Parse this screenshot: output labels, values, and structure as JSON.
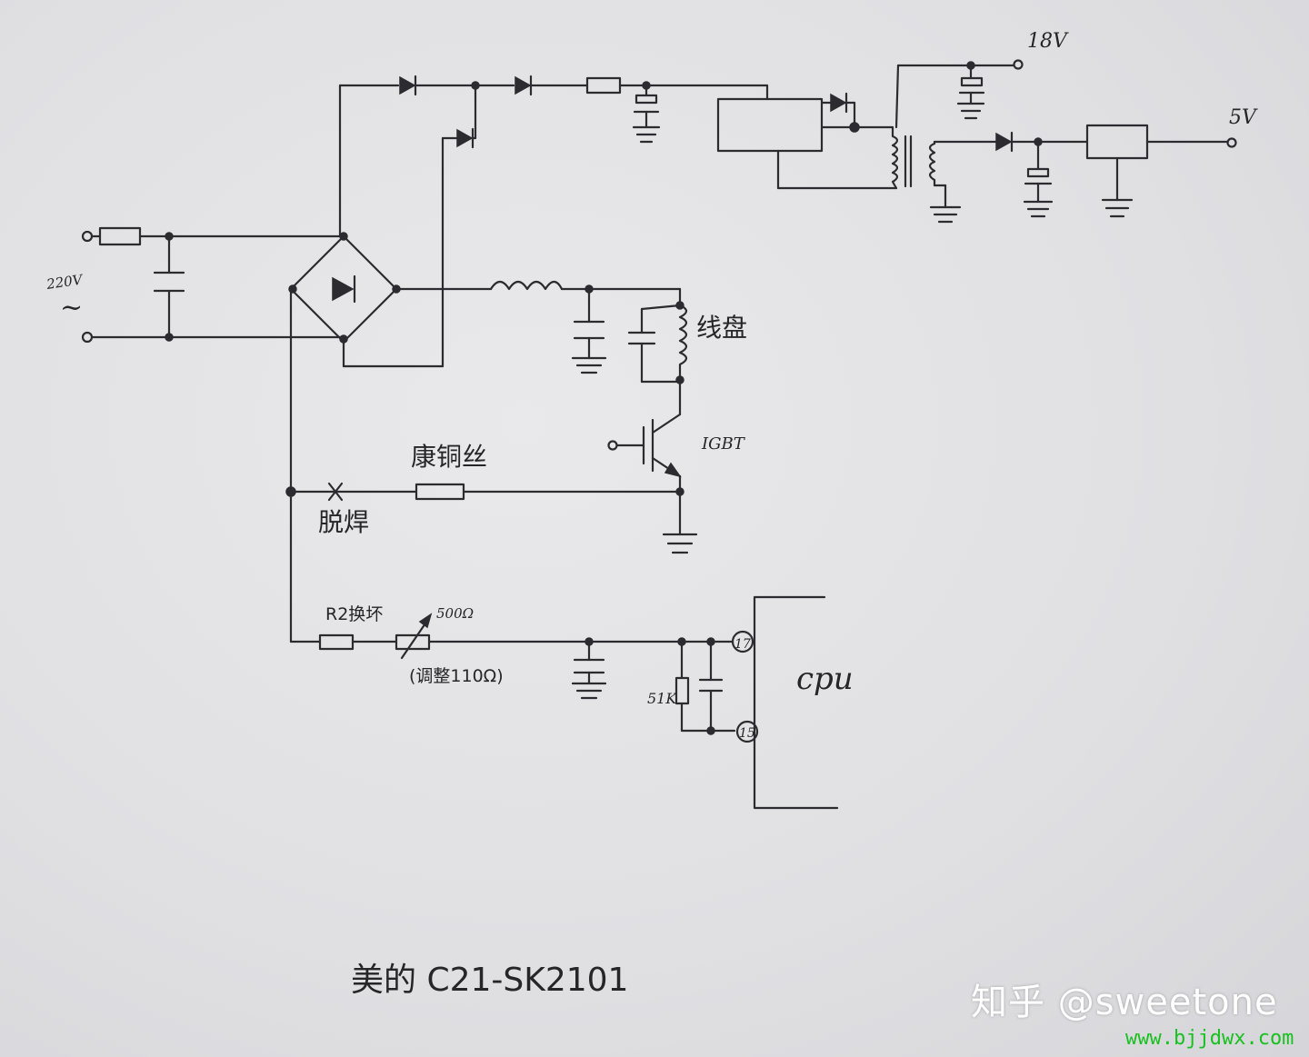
{
  "labels": {
    "v18": "18V",
    "v5": "5V",
    "v220": "220V",
    "ac": "~",
    "coil": "线盘",
    "igbt": "IGBT",
    "wire": "康铜丝",
    "desolder": "脱焊",
    "r2": "R2换坏",
    "r500": "500Ω",
    "adjust": "(调整110Ω)",
    "r51k": "51K",
    "pin17": "17",
    "pin15": "15",
    "cpu": "cpu",
    "model": "美的  C21-SK2101"
  },
  "watermark": {
    "text": "知乎 @sweetone",
    "url": "www.bjjdwx.com"
  },
  "colors": {
    "ink": "#2b2b30",
    "paper": "#e4e4e7",
    "url": "#18c020"
  }
}
